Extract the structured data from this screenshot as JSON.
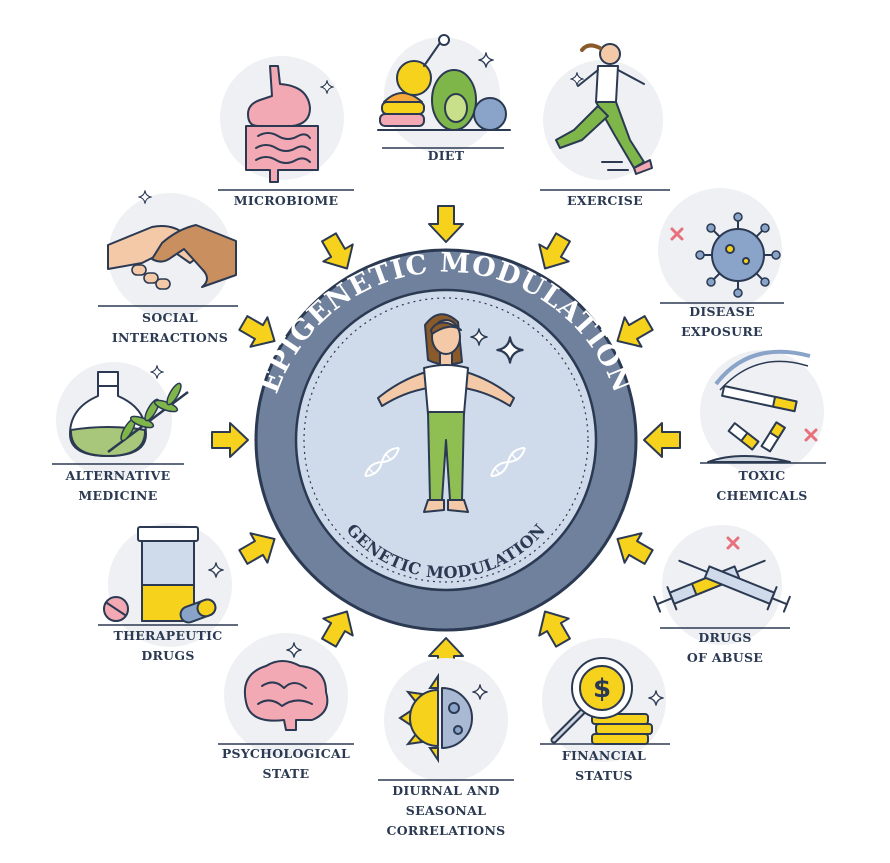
{
  "diagram": {
    "ring_title": "EPIGENETIC MODULATION",
    "inner_title": "GENETIC MODULATION",
    "colors": {
      "ring": "#6f819c",
      "inner_disc": "#cfdaea",
      "arrow": "#f6d21c",
      "outline": "#2b3a52",
      "icon_bg": "#eef0f3",
      "green": "#7fb64a",
      "pink": "#f2a9b4"
    },
    "factors": [
      {
        "id": "diet",
        "lines": [
          "DIET"
        ],
        "icon": "food-icon"
      },
      {
        "id": "exercise",
        "lines": [
          "EXERCISE"
        ],
        "icon": "runner-icon"
      },
      {
        "id": "disease-exposure",
        "lines": [
          "DISEASE",
          "EXPOSURE"
        ],
        "icon": "virus-icon"
      },
      {
        "id": "toxic-chemicals",
        "lines": [
          "TOXIC",
          "CHEMICALS"
        ],
        "icon": "cigarette-icon"
      },
      {
        "id": "drugs-of-abuse",
        "lines": [
          "DRUGS",
          "OF ABUSE"
        ],
        "icon": "syringe-icon"
      },
      {
        "id": "financial-status",
        "lines": [
          "FINANCIAL",
          "STATUS"
        ],
        "icon": "coin-icon"
      },
      {
        "id": "diurnal-seasonal",
        "lines": [
          "DIURNAL AND",
          "SEASONAL",
          "CORRELATIONS"
        ],
        "icon": "sun-moon-icon"
      },
      {
        "id": "psychological-state",
        "lines": [
          "PSYCHOLOGICAL",
          "STATE"
        ],
        "icon": "brain-icon"
      },
      {
        "id": "therapeutic-drugs",
        "lines": [
          "THERAPEUTIC",
          "DRUGS"
        ],
        "icon": "pill-bottle-icon"
      },
      {
        "id": "alternative-medicine",
        "lines": [
          "ALTERNATIVE",
          "MEDICINE"
        ],
        "icon": "herbal-flask-icon"
      },
      {
        "id": "social-interactions",
        "lines": [
          "SOCIAL",
          "INTERACTIONS"
        ],
        "icon": "handshake-icon"
      },
      {
        "id": "microbiome",
        "lines": [
          "MICROBIOME"
        ],
        "icon": "intestine-icon"
      }
    ]
  }
}
